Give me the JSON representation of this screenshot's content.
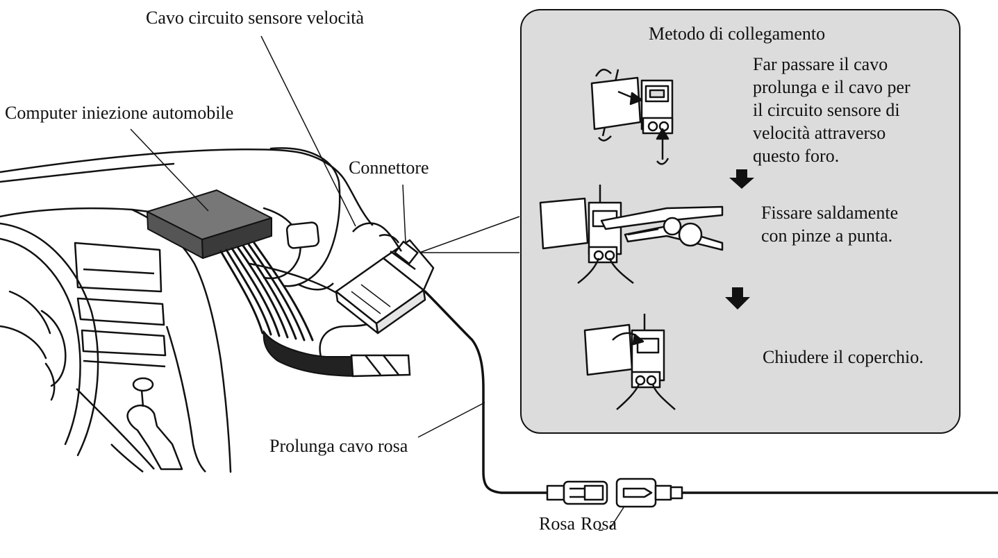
{
  "labels": {
    "speed_cable": "Cavo circuito sensore velocità",
    "injection_computer": "Computer iniezione automobile",
    "connector": "Connettore",
    "pink_extension": "Prolunga cavo rosa",
    "pink_left": "Rosa",
    "pink_right": "Rosa"
  },
  "inset": {
    "title": "Metodo di collegamento",
    "step1": [
      "Far passare il cavo",
      "prolunga e il cavo per",
      "il circuito sensore di",
      "velocità attraverso",
      "questo foro."
    ],
    "step2": [
      "Fissare saldamente",
      "con pinze a punta."
    ],
    "step3": "Chiudere il coperchio."
  },
  "colors": {
    "panel": "#dcdcdc",
    "box_top": "#777777",
    "box_side": "#3a3a3a",
    "ink": "#111111"
  }
}
